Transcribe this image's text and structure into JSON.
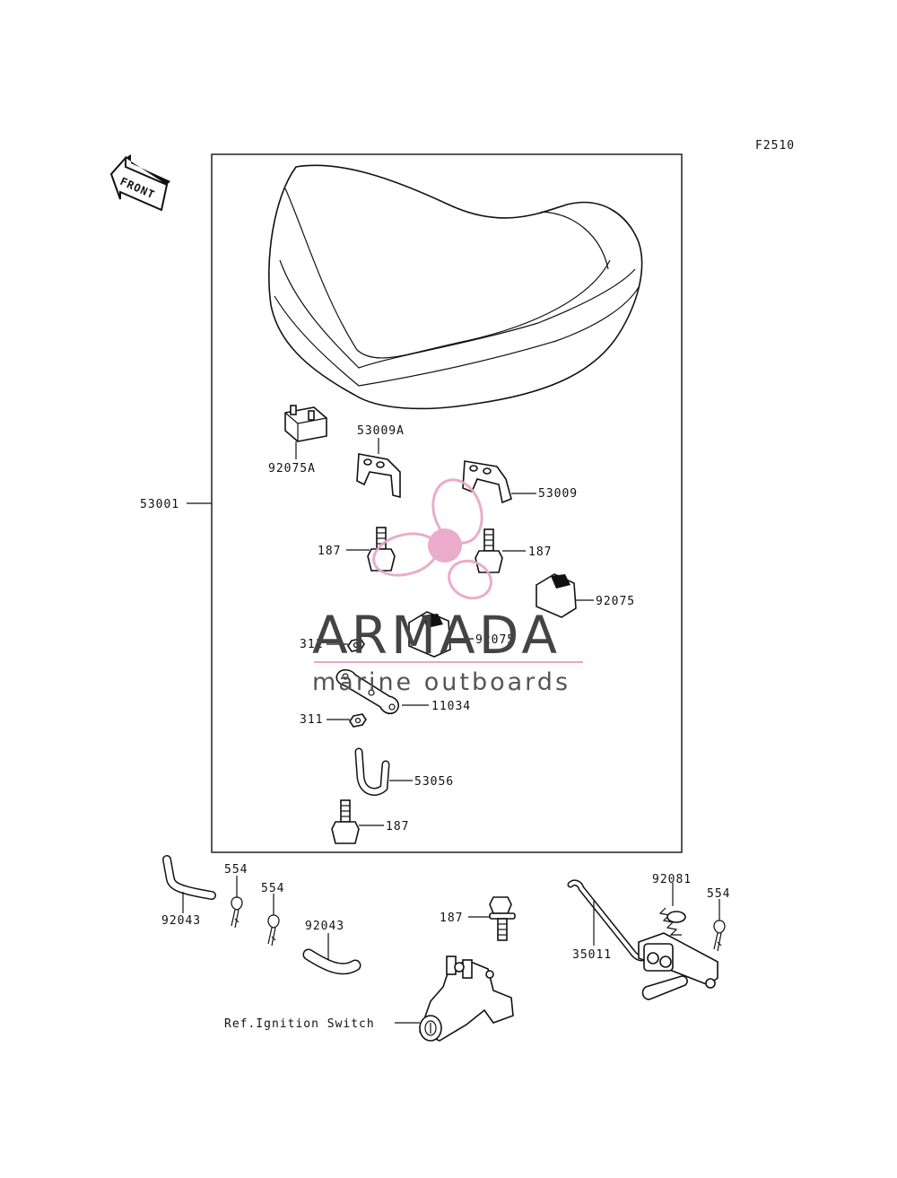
{
  "figure_code": "F2510",
  "front_label": "FRONT",
  "labels": {
    "p53001": "53001",
    "p92075A": "92075A",
    "p53009A": "53009A",
    "p53009": "53009",
    "p187_left": "187",
    "p187_right": "187",
    "p92075_right": "92075",
    "p92075_center": "92075",
    "p311_top": "311",
    "p11034": "11034",
    "p311_bottom": "311",
    "p53056": "53056",
    "p187_box_bottom": "187",
    "p92043_left": "92043",
    "p554_a": "554",
    "p554_b": "554",
    "p92043_center": "92043",
    "p187_lower": "187",
    "p92081": "92081",
    "p554_right": "554",
    "p35011": "35011",
    "ref_ignition": "Ref.Ignition Switch"
  },
  "watermark": {
    "brand": "ARMADA",
    "tagline": "marine outboards",
    "color": "#e9a6c6"
  }
}
